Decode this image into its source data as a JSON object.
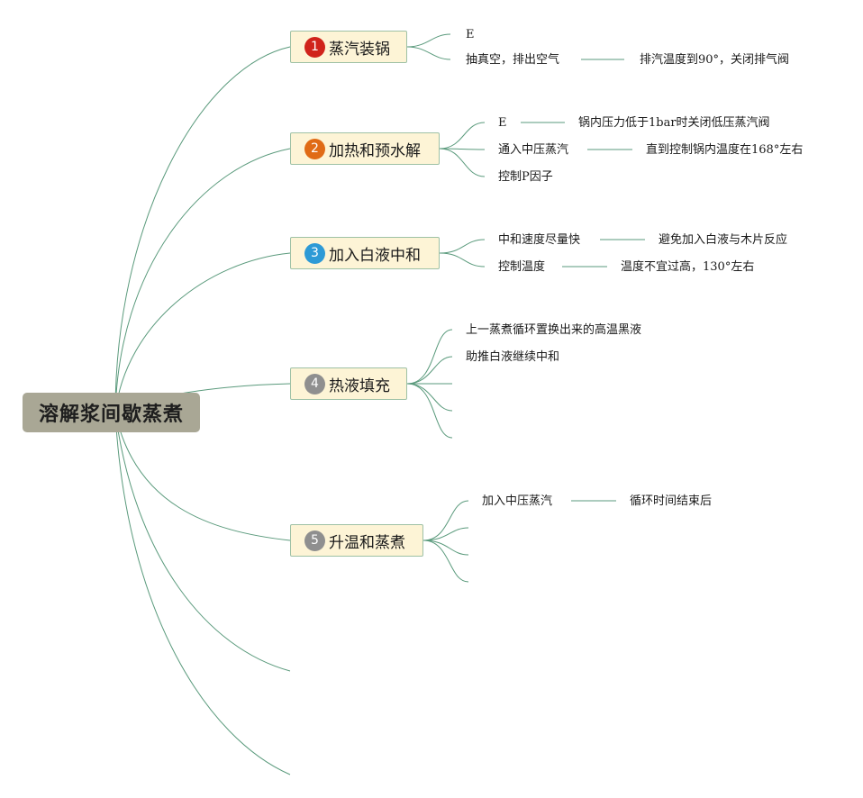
{
  "root": {
    "label": "溶解浆间歇蒸煮"
  },
  "colors": {
    "link": "#5a9a7c",
    "root_bg": "#a9a795",
    "topic_bg": "#fdf4d6",
    "topic_border": "#9ec1a5"
  },
  "topics": [
    {
      "badge": "1",
      "badge_color": "#d0231b",
      "label": "蒸汽装锅",
      "children": [
        "E",
        "抽真空，排出空气"
      ],
      "grandchildren": [
        "排汽温度到90°，关闭排气阀"
      ]
    },
    {
      "badge": "2",
      "badge_color": "#e06b16",
      "label": "加热和预水解",
      "children": [
        "E",
        "通入中压蒸汽",
        "控制P因子"
      ],
      "grandchildren": [
        "锅内压力低于1bar时关闭低压蒸汽阀",
        "直到控制锅内温度在168°左右"
      ]
    },
    {
      "badge": "3",
      "badge_color": "#2d9ad6",
      "label": "加入白液中和",
      "children": [
        "中和速度尽量快",
        "控制温度"
      ],
      "grandchildren": [
        "避免加入白液与木片反应",
        "温度不宜过高，130°左右"
      ]
    },
    {
      "badge": "4",
      "badge_color": "#8f8f8f",
      "label": "热液填充",
      "children": [
        "上一蒸煮循环置换出来的高温黑液",
        "助推白液继续中和"
      ],
      "grandchildren": []
    },
    {
      "badge": "5",
      "badge_color": "#8f8f8f",
      "label": "升温和蒸煮",
      "children": [
        "加入中压蒸汽"
      ],
      "grandchildren": [
        "循环时间结束后"
      ]
    }
  ]
}
